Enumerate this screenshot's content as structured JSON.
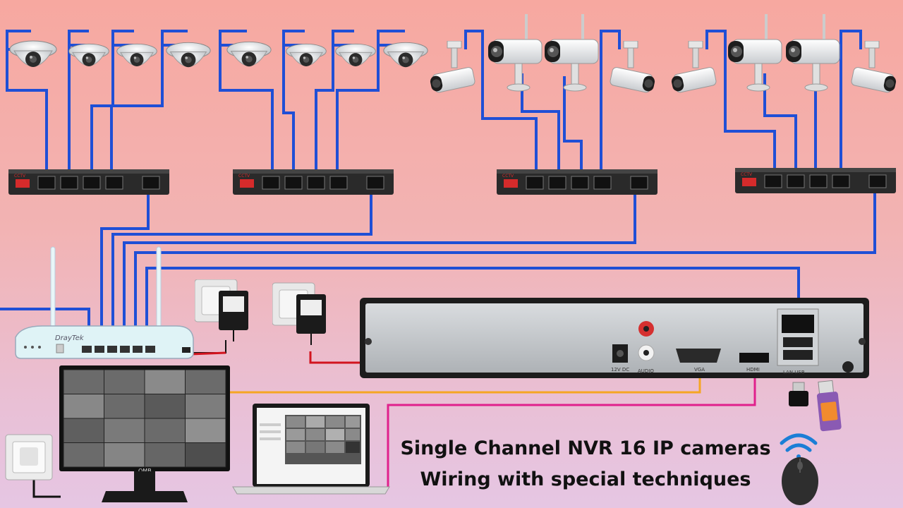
{
  "caption": {
    "line1": "Single Channel NVR 16 IP cameras",
    "line2": "Wiring with special techniques"
  },
  "labels": {
    "router_brand": "DrayTek",
    "monitor_brand": "QMB",
    "nvr_power": "12V DC",
    "nvr_audio": "AUDIO",
    "nvr_vga": "VGA",
    "nvr_hdmi": "HDMI",
    "nvr_lan": "LAN USB",
    "switch_brand": "CCTV"
  },
  "colors": {
    "network_cable": "#1f4fd6",
    "power_cable": "#d2141e",
    "vga_cable": "#f5a623",
    "hdmi_cable": "#e0208c"
  },
  "icons": [
    "dome-camera-icon",
    "bullet-camera-icon",
    "poe-switch-icon",
    "router-icon",
    "nvr-icon",
    "monitor-icon",
    "laptop-icon",
    "power-adapter-icon",
    "wall-socket-icon",
    "usb-drive-icon",
    "usb-dongle-icon",
    "mouse-icon",
    "wifi-icon"
  ]
}
